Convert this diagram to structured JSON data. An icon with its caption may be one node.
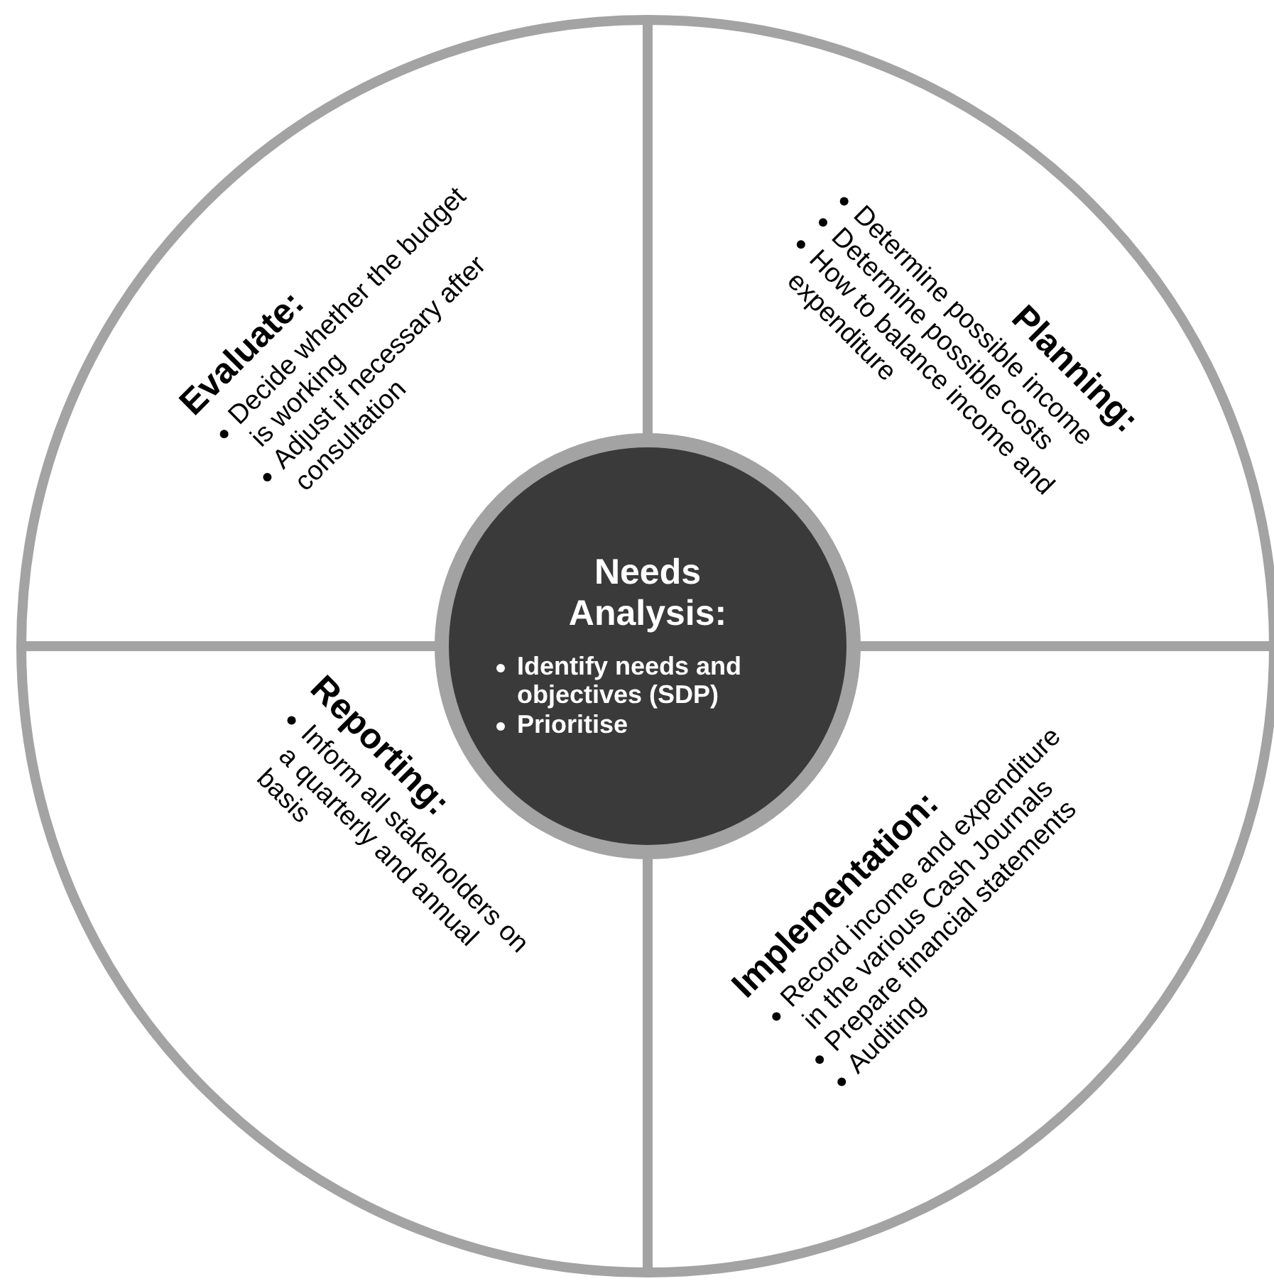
{
  "diagram": {
    "nodes": [
      {
        "text": [
          "Needs Analysis:",
          "Identify needs and objectives (SDP)",
          "Prioritise"
        ]
      },
      {
        "text": [
          "Evaluate:",
          "Decide whether the budget is working",
          "Adjust if necessary after consultation"
        ]
      },
      {
        "text": [
          "Planning:",
          "Determine possible income",
          "Determine possible costs",
          "How to balance income and expenditure"
        ]
      },
      {
        "text": [
          "Reporting:",
          "Inform all stakeholders on a quarterly and annual basis"
        ]
      },
      {
        "text": [
          "Implementation:",
          "Record income and expenditure in the various Cash Journals",
          "Prepare financial statements",
          "Auditing"
        ]
      }
    ]
  }
}
